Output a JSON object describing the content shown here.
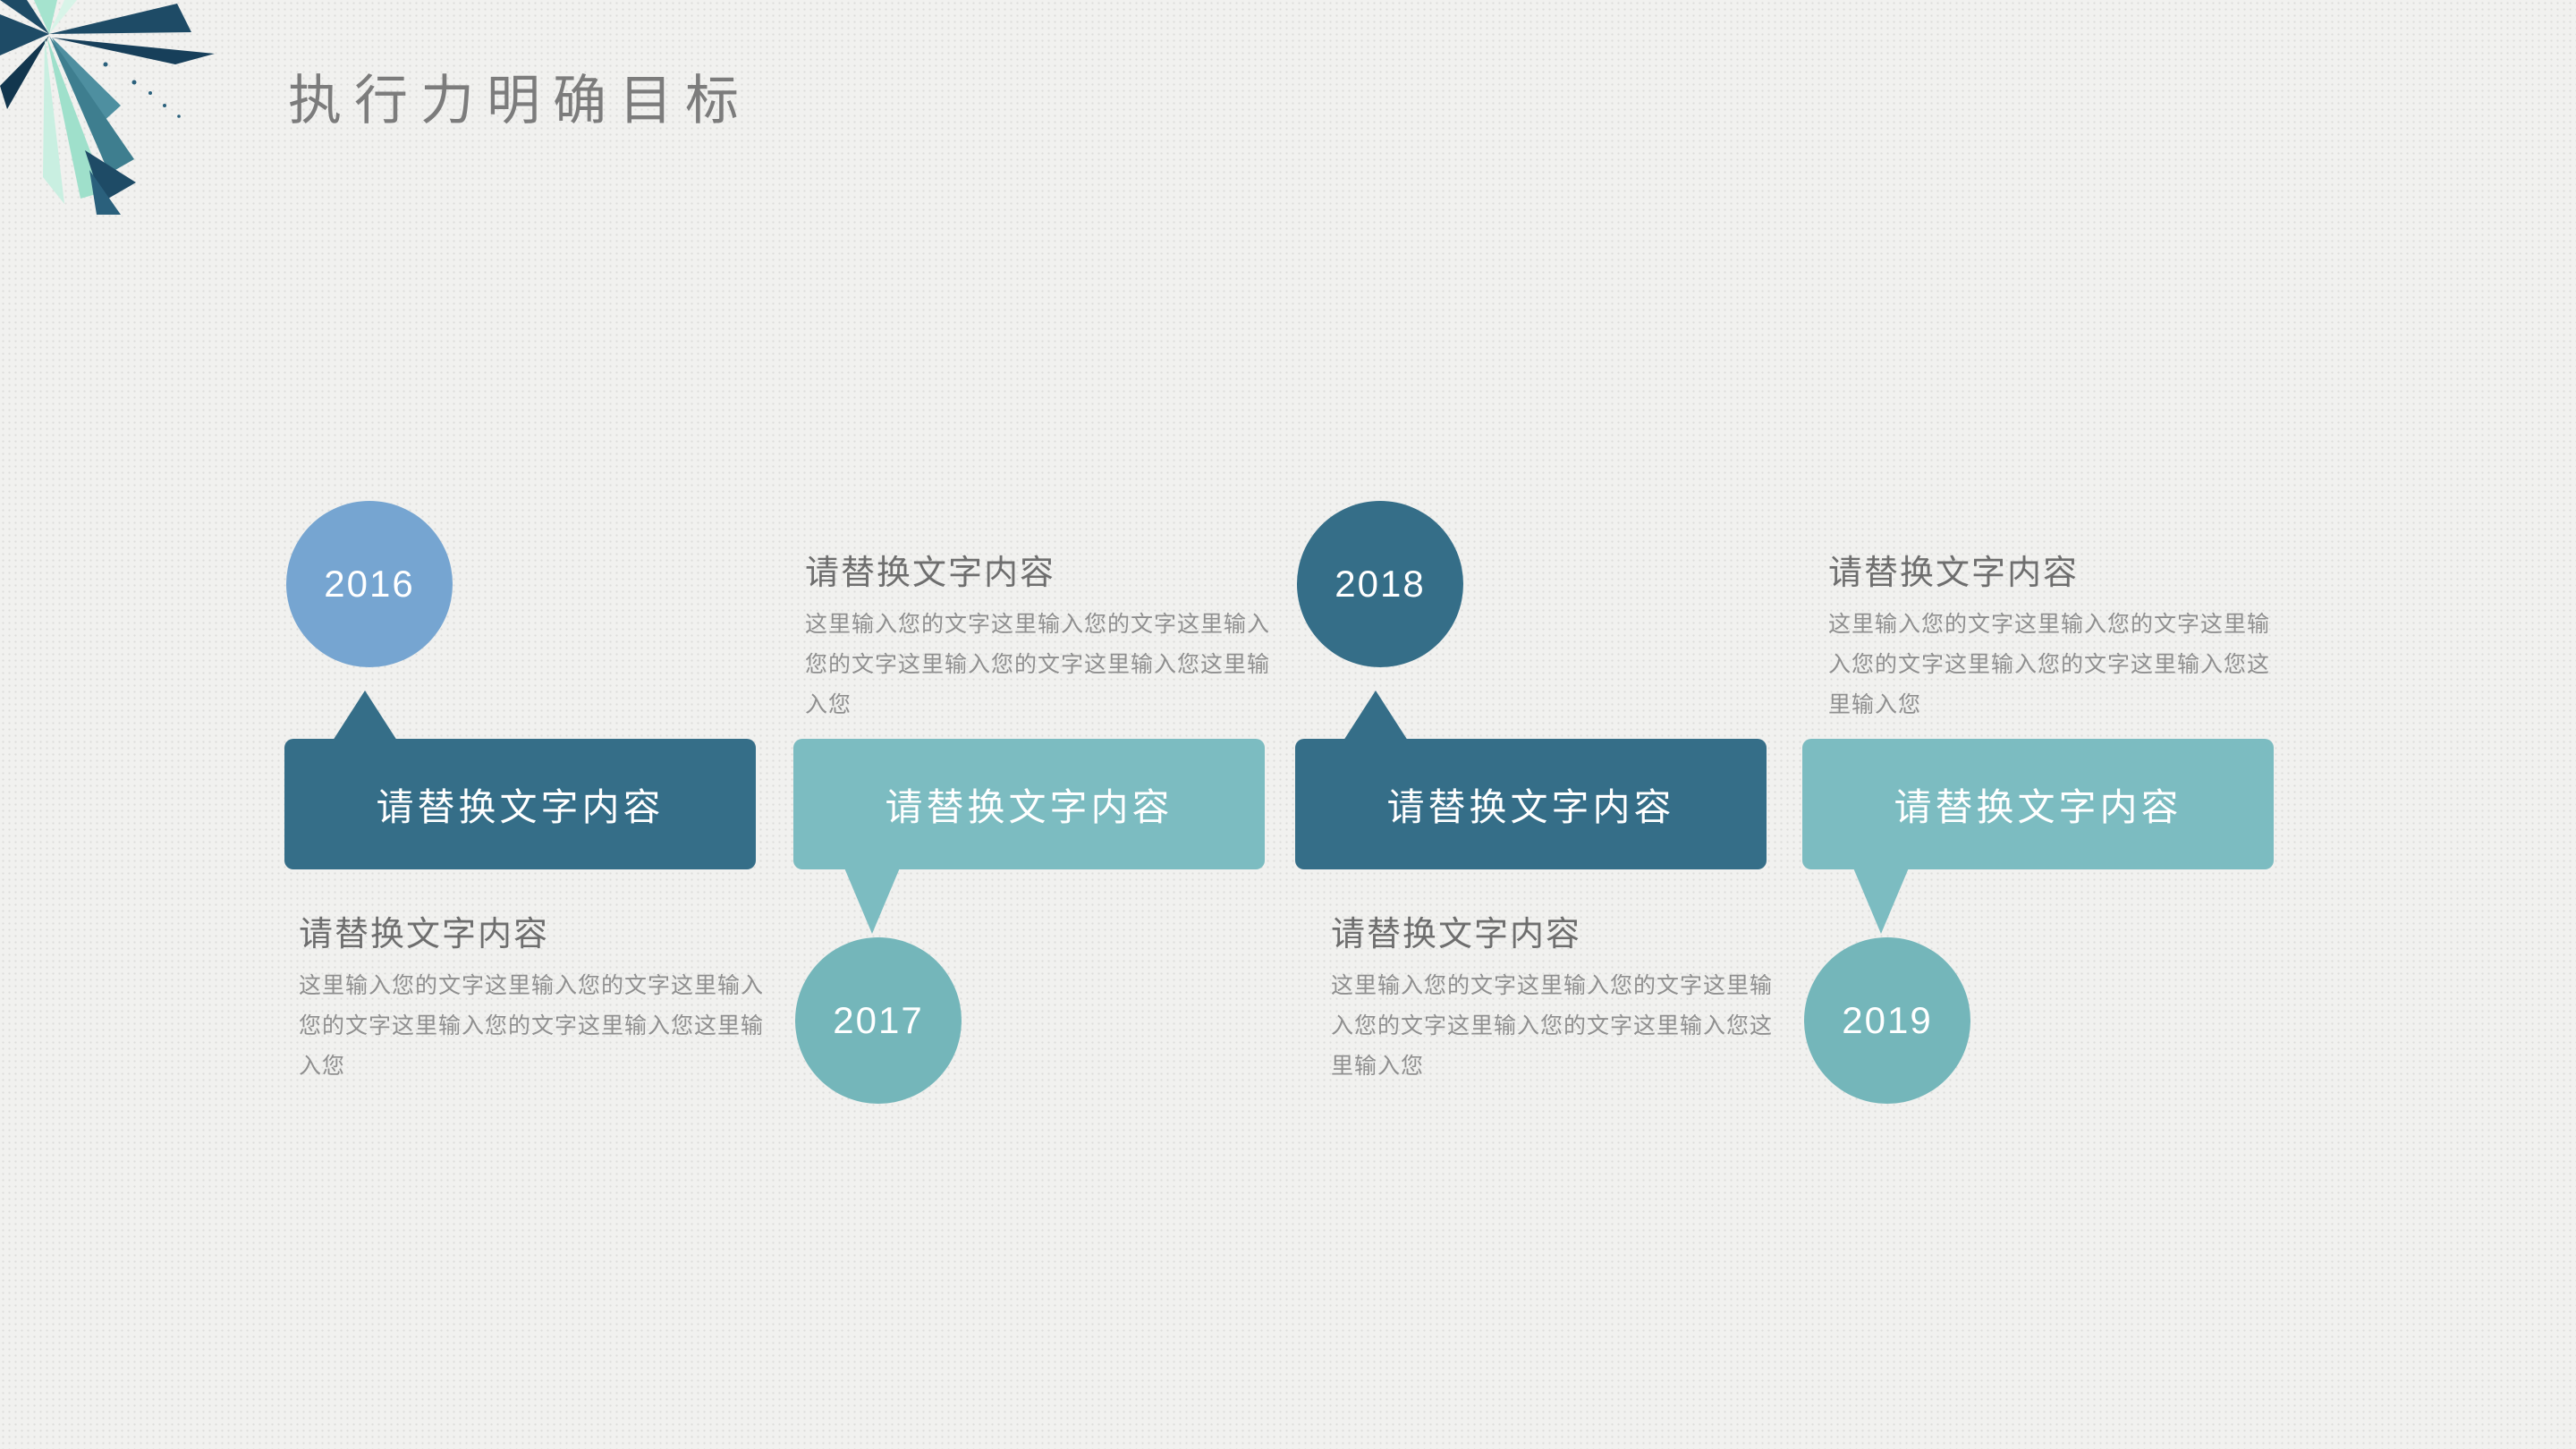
{
  "slide": {
    "title": "执行力明确目标"
  },
  "timeline": {
    "items": [
      {
        "year": "2016",
        "box_label": "请替换文字内容",
        "detail_heading": "请替换文字内容",
        "detail_lines": [
          "这里输入您的文字这里输入您的文字这里输入",
          "您的文字这里输入您的文字这里输入您这里输",
          "入您"
        ],
        "circle_position": "top",
        "detail_position": "bottom",
        "box_style": "dark",
        "circle_style": "blue"
      },
      {
        "year": "2017",
        "box_label": "请替换文字内容",
        "detail_heading": "请替换文字内容",
        "detail_lines": [
          "这里输入您的文字这里输入您的文字这里输入",
          "您的文字这里输入您的文字这里输入您这里输",
          "入您"
        ],
        "circle_position": "bottom",
        "detail_position": "top",
        "box_style": "light",
        "circle_style": "teal"
      },
      {
        "year": "2018",
        "box_label": "请替换文字内容",
        "detail_heading": "请替换文字内容",
        "detail_lines": [
          "这里输入您的文字这里输入您的文字这里输",
          "入您的文字这里输入您的文字这里输入您这",
          "里输入您"
        ],
        "circle_position": "top",
        "detail_position": "bottom",
        "box_style": "dark",
        "circle_style": "dark"
      },
      {
        "year": "2019",
        "box_label": "请替换文字内容",
        "detail_heading": "请替换文字内容",
        "detail_lines": [
          "这里输入您的文字这里输入您的文字这里输",
          "入您的文字这里输入您的文字这里输入您这",
          "里输入您"
        ],
        "circle_position": "bottom",
        "detail_position": "top",
        "box_style": "light",
        "circle_style": "teal"
      }
    ]
  },
  "colors": {
    "background": "#f1f1ef",
    "dot_grid": "#dcdcda",
    "title_gray": "#7c7c7c",
    "heading_gray": "#6e6e6e",
    "body_gray": "#8f8f8f",
    "teal_dark": "#356e88",
    "teal_light": "#7cbcc1",
    "circle_blue": "#76a5d1",
    "circle_teal": "#74b6ba",
    "deco_navy": "#1e4b66",
    "deco_teal": "#4e8fa0",
    "deco_mint": "#a5e3ce",
    "white": "#ffffff"
  }
}
